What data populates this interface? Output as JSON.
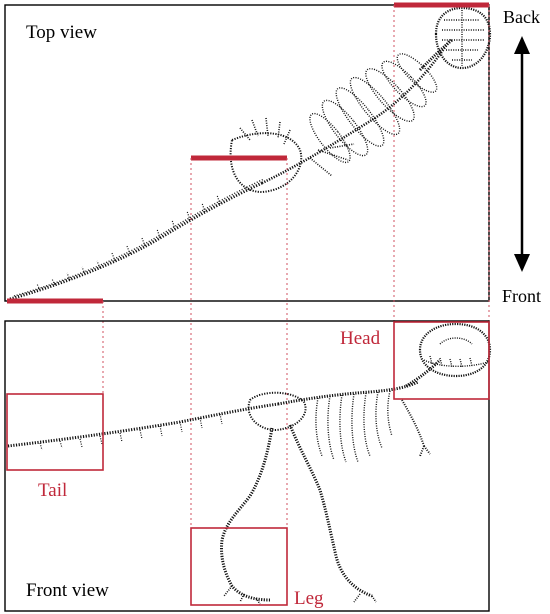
{
  "panels": {
    "top_title": "Top view",
    "front_title": "Front view"
  },
  "direction": {
    "back_label": "Back",
    "front_label": "Front"
  },
  "regions": {
    "head_label": "Head",
    "tail_label": "Tail",
    "leg_label": "Leg"
  },
  "colors": {
    "highlight": "#c0283a",
    "guide": "#d05060",
    "frame": "#000000",
    "skeleton": "#111111"
  }
}
